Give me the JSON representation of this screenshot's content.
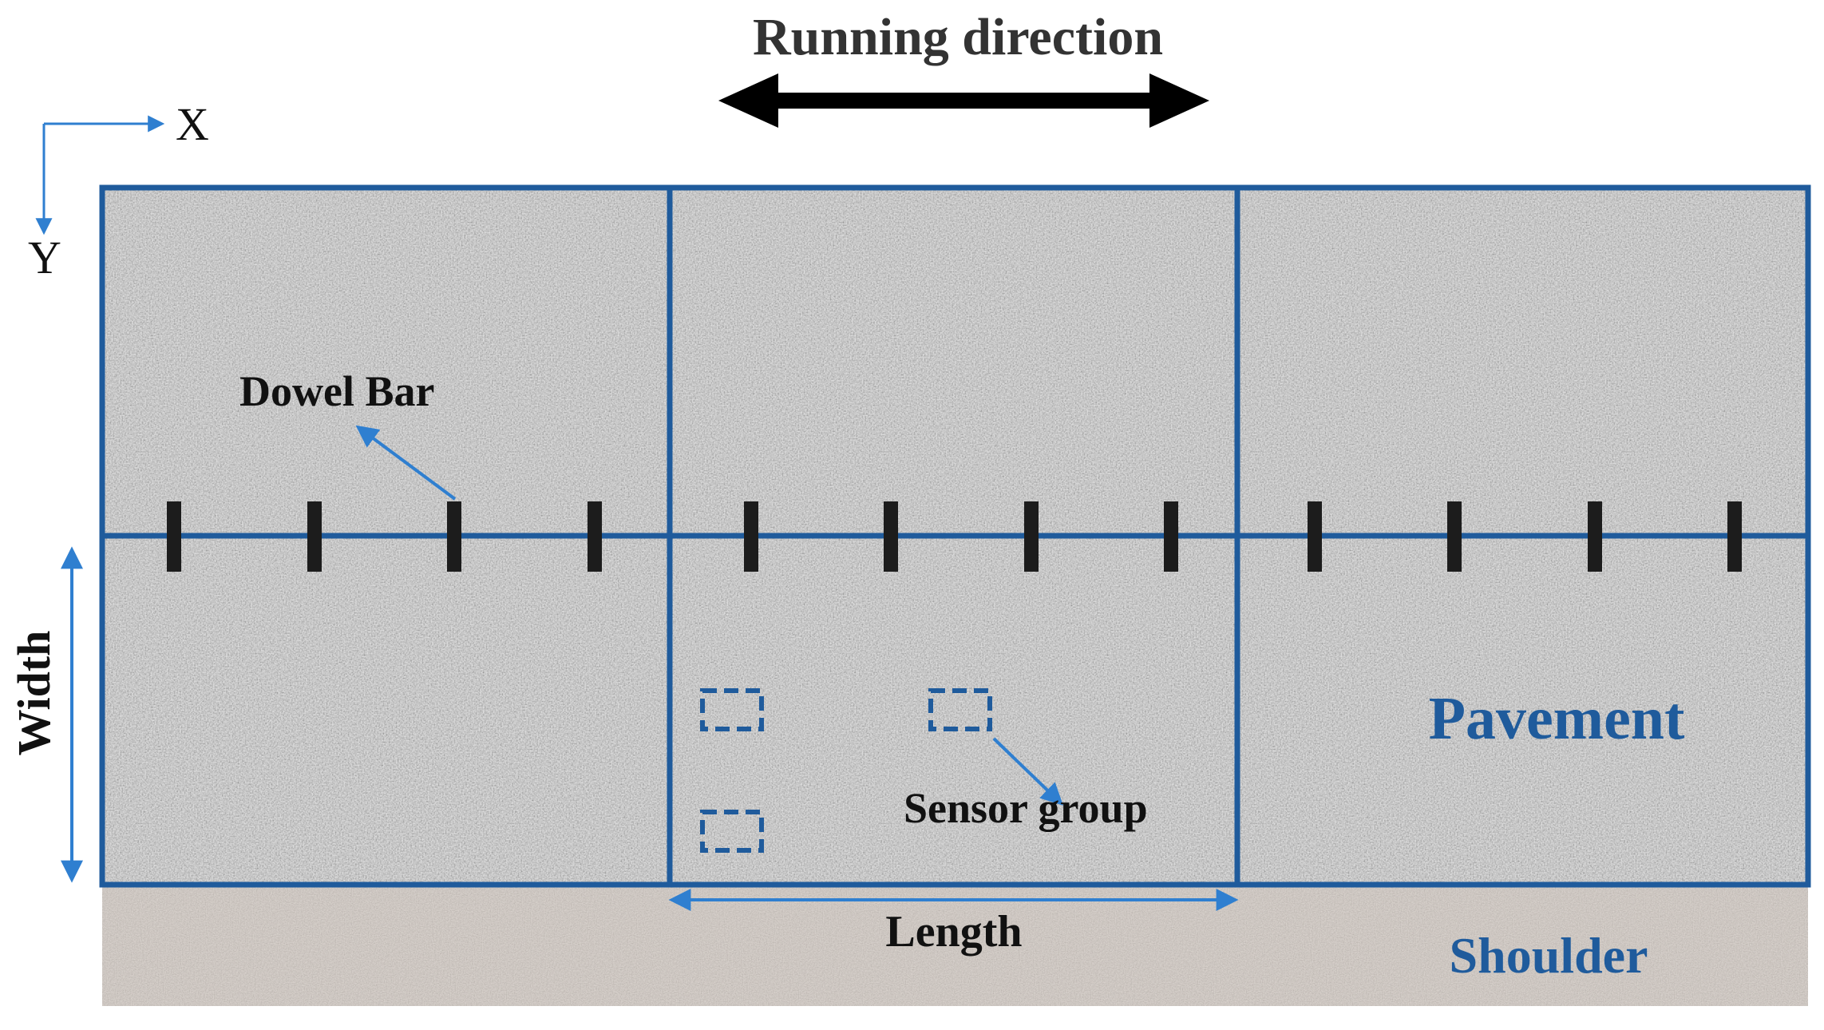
{
  "labels": {
    "running_direction": "Running direction",
    "axis_x": "X",
    "axis_y": "Y",
    "dowel_bar": "Dowel Bar",
    "width": "Width",
    "sensor_group": "Sensor group",
    "length": "Length",
    "pavement": "Pavement",
    "shoulder": "Shoulder"
  },
  "colors": {
    "structure_blue": "#1f5b9c",
    "arrow_blue": "#2f7fd0",
    "dowel_black": "#1c1c1c",
    "pavement_gray": "#b3b3b3",
    "shoulder_tan": "#d6ccc4",
    "text_dark": "#111111",
    "text_header": "#333333"
  },
  "counts": {
    "slabs": 3,
    "dowels_per_slab": 4,
    "sensor_boxes": 3
  }
}
